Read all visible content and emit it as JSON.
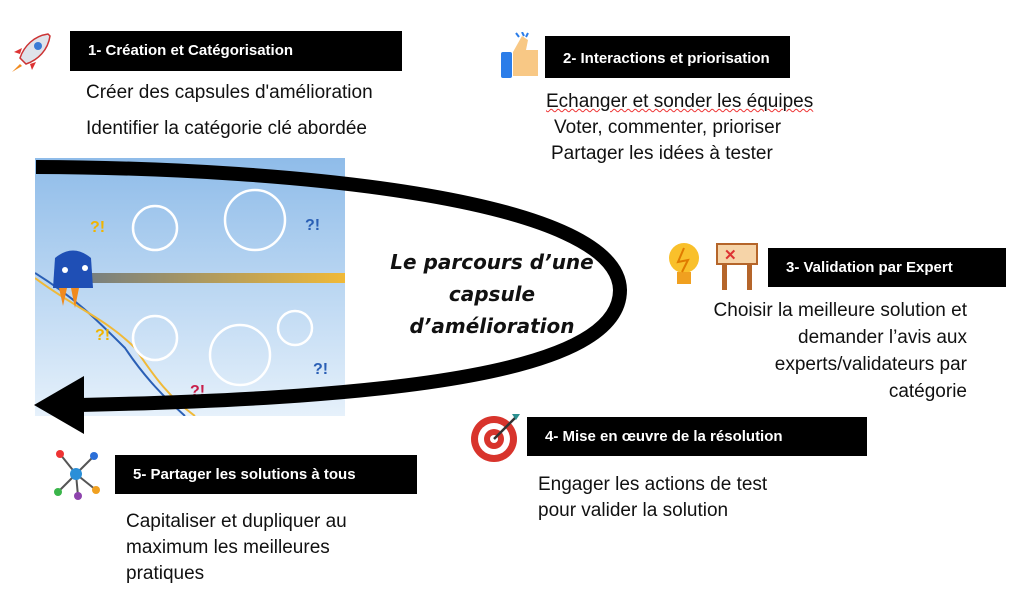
{
  "center_title": [
    "Le parcours d’une",
    "capsule d’amélioration"
  ],
  "steps": [
    {
      "title": "1- Création et Catégorisation",
      "lines": [
        "Créer des capsules d'amélioration",
        "Identifier la catégorie clé abordée"
      ],
      "icon": "rocket-icon"
    },
    {
      "title": "2- Interactions et priorisation",
      "lines": [
        "Echanger et sonder les équipes",
        "Voter, commenter, prioriser",
        "Partager les idées à tester"
      ],
      "icon": "thumbs-up-icon"
    },
    {
      "title": "3- Validation par Expert",
      "lines": [
        "Choisir la meilleure solution et",
        "demander l’avis aux",
        "experts/validateurs par",
        "catégorie"
      ],
      "icon": "lightbulb-icon"
    },
    {
      "title": "4- Mise en œuvre de la résolution",
      "lines": [
        "Engager les actions de test",
        "pour valider la solution"
      ],
      "icon": "target-icon"
    },
    {
      "title": "5- Partager les solutions à tous",
      "lines": [
        "Capitaliser et dupliquer au",
        "maximum les meilleures",
        "pratiques"
      ],
      "icon": "network-icon"
    }
  ],
  "colors": {
    "header_bg": "#000000",
    "arrow": "#000000",
    "sky": "#bcd8f4"
  }
}
